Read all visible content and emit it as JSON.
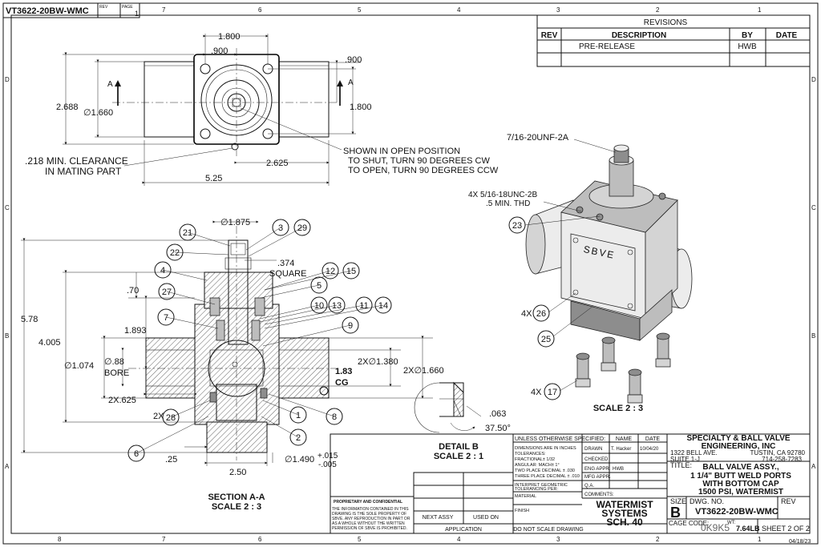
{
  "title_block_top": {
    "dwg_number": "VT3622-20BW-WMC",
    "rev_label": "REV",
    "page_label": "PAGE",
    "page_value": "1"
  },
  "zones": {
    "columns": [
      "8",
      "7",
      "6",
      "5",
      "4",
      "3",
      "2",
      "1"
    ],
    "rows": [
      "D",
      "C",
      "B",
      "A"
    ]
  },
  "revisions": {
    "title": "REVISIONS",
    "headers": [
      "REV",
      "DESCRIPTION",
      "BY",
      "DATE"
    ],
    "rows": [
      {
        "rev": "",
        "description": "PRE-RELEASE",
        "by": "HWB",
        "date": ""
      }
    ]
  },
  "top_view": {
    "dims": {
      "d1800": "1.800",
      "d900": ".900",
      "d900r": ".900",
      "d1800r": "1.800",
      "d2688": "2.688",
      "d1660": "∅1.660",
      "d2625": "2.625",
      "d525": "5.25"
    },
    "section_marker": "A",
    "clearance_note": [
      ".218 MIN. CLEARANCE",
      "IN MATING PART"
    ],
    "position_note": [
      "SHOWN IN OPEN POSITION",
      "TO SHUT, TURN 90 DEGREES CW",
      "TO OPEN, TURN 90 DEGREES CCW"
    ]
  },
  "section_view": {
    "caption": [
      "SECTION A-A",
      "SCALE 2 : 3"
    ],
    "dims": {
      "d1875": "∅1.875",
      "d374": ".374",
      "square": "SQUARE",
      "d70": ".70",
      "d1893": "1.893",
      "d578": "5.78",
      "d4005": "4.005",
      "d1074": "∅1.074",
      "d88": "∅.88",
      "bore": "BORE",
      "d2x625": "2X.625",
      "d2x": "2X",
      "d25": ".25",
      "d250": "2.50",
      "d1490": "∅1.490",
      "tol_plus": "+.015",
      "tol_minus": "-.005",
      "d2x1380": "2X∅1.380",
      "d2x1660": "2X∅1.660",
      "cg_val": "1.83",
      "cg": "CG"
    },
    "balloons": [
      "21",
      "3",
      "29",
      "22",
      "4",
      "12",
      "15",
      "5",
      "27",
      "10",
      "13",
      "11",
      "14",
      "7",
      "9",
      "28",
      "1",
      "8",
      "6",
      "2"
    ]
  },
  "detail_b": {
    "caption": [
      "DETAIL B",
      "SCALE 2 : 1"
    ],
    "dims": {
      "d063": ".063",
      "angle": "37.50°"
    }
  },
  "iso_view": {
    "caption": "SCALE 2 : 3",
    "notes": {
      "stem_thread": "7/16-20UNF-2A",
      "bolt_holes": [
        "4X 5/16-18UNC-2B",
        ".5 MIN. THD"
      ],
      "logo": "SBVE"
    },
    "balloons": {
      "b23": "23",
      "b26_prefix": "4X",
      "b26": "26",
      "b25": "25",
      "b17_prefix": "4X",
      "b17": "17"
    }
  },
  "title_block": {
    "spec_header": "UNLESS OTHERWISE SPECIFIED:",
    "name_col": "NAME",
    "date_col": "DATE",
    "spec_lines": [
      "DIMENSIONS ARE IN INCHES",
      "TOLERANCES:",
      "FRACTIONAL± 1/32",
      "ANGULAR: MACH± 1°",
      "TWO PLACE DECIMAL  ± .030",
      "THREE PLACE DECIMAL  ± .010"
    ],
    "roles": [
      {
        "role": "DRAWN",
        "name": "T. Hacker",
        "date": "10/04/20"
      },
      {
        "role": "CHECKED",
        "name": "",
        "date": ""
      },
      {
        "role": "ENG APPR.",
        "name": "HWB",
        "date": ""
      },
      {
        "role": "MFG APPR.",
        "name": "",
        "date": ""
      },
      {
        "role": "Q.A.",
        "name": "",
        "date": ""
      }
    ],
    "comments": "COMMENTS:",
    "interpret": [
      "INTERPRET GEOMETRIC",
      "TOLERANCING PER:"
    ],
    "material": "MATERIAL",
    "finish": "FINISH",
    "dnsd": "DO NOT SCALE DRAWING",
    "next_assy": "NEXT ASSY",
    "used_on": "USED ON",
    "application": "APPLICATION",
    "prop_title": "PROPRIETARY AND CONFIDENTIAL",
    "prop_text": [
      "THE INFORMATION CONTAINED IN THIS",
      "DRAWING IS THE SOLE PROPERTY OF",
      "SBVE.  ANY REPRODUCTION IN PART OR",
      "AS A WHOLE WITHOUT THE WRITTEN",
      "PERMISSION OF SBVE IS PROHIBITED."
    ],
    "material_note": [
      "WATERMIST",
      "SYSTEMS",
      "SCH. 40"
    ],
    "company": [
      "SPECIALTY & BALL VALVE",
      "ENGINEERING, INC"
    ],
    "address": [
      "1322 BELL AVE.",
      "SUITE 1-J"
    ],
    "city": "TUSTIN, CA 92780",
    "phone": "714-258-7283",
    "title_label": "TITLE:",
    "title_lines": [
      "BALL VALVE ASSY.,",
      "1 1/4\" BUTT WELD PORTS",
      "WITH BOTTOM CAP",
      "1500 PSI, WATERMIST"
    ],
    "size_label": "SIZE",
    "size_value": "B",
    "dwg_label": "DWG.  NO.",
    "dwg_value": "VT3622-20BW-WMC",
    "rev_label": "REV",
    "cage_label": "CAGE CODE:",
    "cage_value": "0K9K5",
    "wt_label": "WT:",
    "wt_value": "7.64LB",
    "sheet": "SHEET 2 OF 2",
    "date_stamp": "04/18/23"
  }
}
